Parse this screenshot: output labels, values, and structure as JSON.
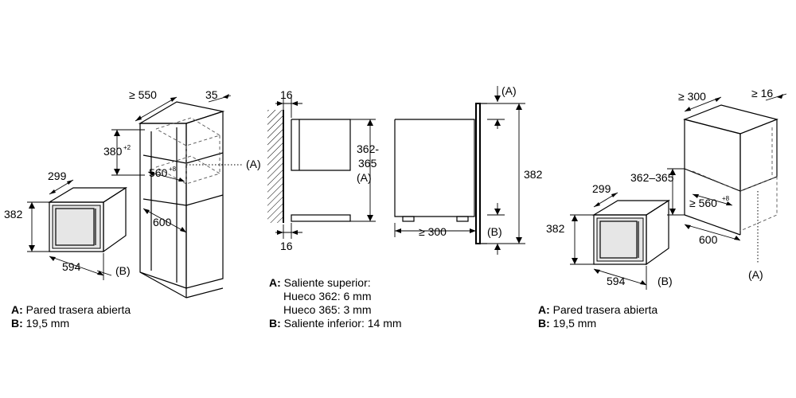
{
  "left": {
    "depth": "≥ 550",
    "side": "35",
    "height_gap": "380",
    "height_gap_tol": "+2",
    "width_gap": "560",
    "width_gap_tol": "+8",
    "ref_a": "(A)",
    "inner_depth": "600",
    "appliance_width": "594",
    "appliance_height": "382",
    "appliance_depth": "299",
    "ref_b": "(B)"
  },
  "center": {
    "top_panel": "16",
    "bottom_panel": "16",
    "gap_height_line1": "362-",
    "gap_height_line2": "365",
    "gap_height_ref": "(A)",
    "depth": "≥ 300",
    "height": "382",
    "ref_a": "(A)",
    "ref_b": "(B)"
  },
  "right": {
    "depth": "≥ 300",
    "side": "≥ 16",
    "gap_height": "362–365",
    "width_gap": "≥ 560",
    "width_gap_tol": "+8",
    "appliance_depth": "299",
    "appliance_height": "382",
    "appliance_width": "594",
    "inner_depth": "600",
    "ref_b": "(B)",
    "ref_a": "(A)"
  },
  "legend_left": {
    "a_key": "A:",
    "a_text": " Pared trasera abierta",
    "b_key": "B:",
    "b_text": " 19,5 mm"
  },
  "legend_center": {
    "a_key": "A:",
    "a_text": " Saliente superior:",
    "a_line2": "Hueco 362: 6 mm",
    "a_line3": "Hueco 365: 3 mm",
    "b_key": "B:",
    "b_text": " Saliente inferior: 14 mm"
  },
  "legend_right": {
    "a_key": "A:",
    "a_text": " Pared trasera abierta",
    "b_key": "B:",
    "b_text": " 19,5 mm"
  }
}
